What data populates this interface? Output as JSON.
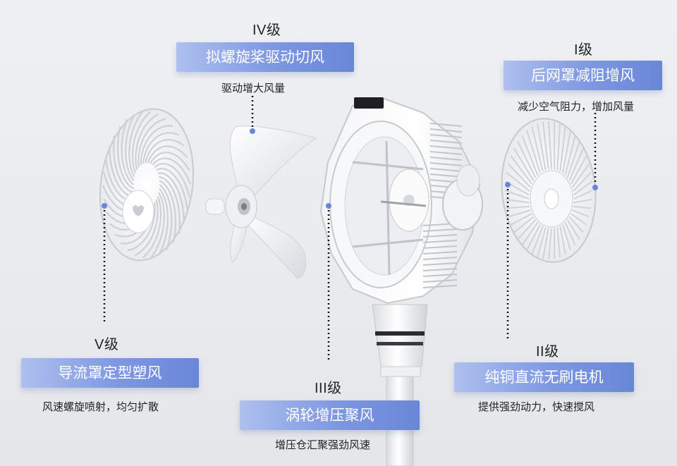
{
  "colors": {
    "pill_light": "#aec0ef",
    "pill_mid": "#7d97e1",
    "pill_dark": "#6a86d8",
    "text": "#222222",
    "fan_white": "#fafafa",
    "fan_line": "#c9ccd1"
  },
  "levels": [
    {
      "id": "l4",
      "level": "IV级",
      "title": "拟螺旋桨驱动切风",
      "desc": "驱动增大风量"
    },
    {
      "id": "l1",
      "level": "I级",
      "title": "后网罩减阻增风",
      "desc": "减少空气阻力，增加风量"
    },
    {
      "id": "l5",
      "level": "V级",
      "title": "导流罩定型塑风",
      "desc": "风速螺旋喷射，均匀扩散"
    },
    {
      "id": "l3",
      "level": "III级",
      "title": "涡轮增压聚风",
      "desc": "增压仓汇聚强劲风速"
    },
    {
      "id": "l2",
      "level": "II级",
      "title": "纯铜直流无刷电机",
      "desc": "提供强劲动力，快速搅风"
    }
  ]
}
